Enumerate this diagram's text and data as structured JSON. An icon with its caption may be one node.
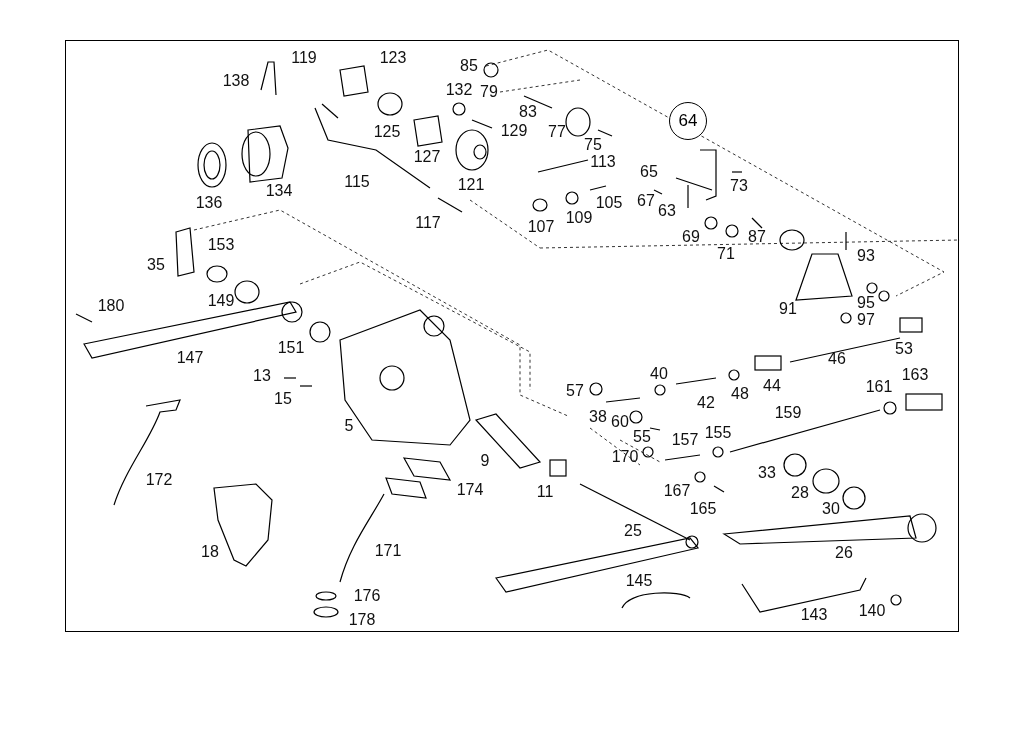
{
  "diagram": {
    "nodes": [
      {
        "text": [
          "64"
        ]
      }
    ],
    "labels": [
      "119",
      "123",
      "85",
      "138",
      "132",
      "79",
      "83",
      "125",
      "129",
      "77",
      "75",
      "127",
      "113",
      "65",
      "115",
      "121",
      "73",
      "134",
      "136",
      "105",
      "67",
      "63",
      "109",
      "117",
      "107",
      "69",
      "87",
      "153",
      "71",
      "93",
      "35",
      "180",
      "149",
      "95",
      "91",
      "97",
      "151",
      "53",
      "147",
      "46",
      "13",
      "40",
      "163",
      "57",
      "44",
      "161",
      "48",
      "15",
      "42",
      "38",
      "60",
      "159",
      "5",
      "55",
      "155",
      "157",
      "9",
      "170",
      "33",
      "172",
      "174",
      "11",
      "167",
      "28",
      "165",
      "30",
      "25",
      "18",
      "171",
      "26",
      "145",
      "176",
      "143",
      "140",
      "178"
    ]
  }
}
